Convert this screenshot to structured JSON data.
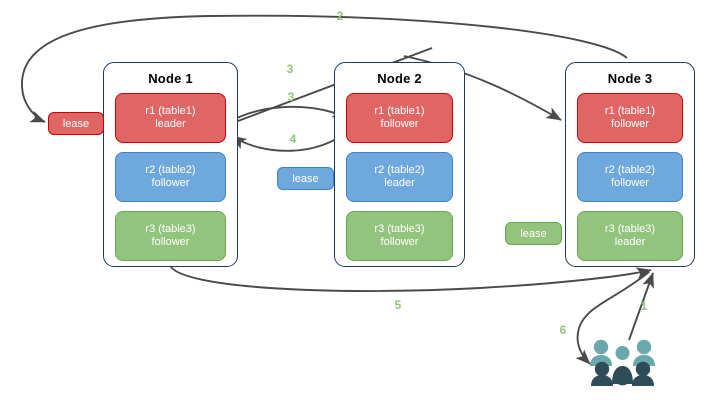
{
  "diagram": {
    "title": "Raft replica lease transfer diagram",
    "colors": {
      "red_fill": "#e06666",
      "red_border": "#cc0000",
      "blue_fill": "#6fa8dc",
      "blue_border": "#3d85c6",
      "green_fill": "#93c47d",
      "green_border": "#6aa84f",
      "node_border": "#1f3864",
      "arrow": "#4a4a4a",
      "label": "#93c47d",
      "people_light": "#6aa9ab",
      "people_dark": "#2e4d59"
    },
    "nodes": [
      {
        "id": "node-1",
        "title": "Node 1",
        "replicas": [
          {
            "id": "r1",
            "line1": "r1 (table1)",
            "line2": "leader",
            "color": "red"
          },
          {
            "id": "r2",
            "line1": "r2 (table2)",
            "line2": "follower",
            "color": "blue"
          },
          {
            "id": "r3",
            "line1": "r3 (table3)",
            "line2": "follower",
            "color": "green"
          }
        ]
      },
      {
        "id": "node-2",
        "title": "Node 2",
        "replicas": [
          {
            "id": "r1",
            "line1": "r1 (table1)",
            "line2": "follower",
            "color": "red"
          },
          {
            "id": "r2",
            "line1": "r2 (table2)",
            "line2": "leader",
            "color": "blue"
          },
          {
            "id": "r3",
            "line1": "r3 (table3)",
            "line2": "follower",
            "color": "green"
          }
        ]
      },
      {
        "id": "node-3",
        "title": "Node 3",
        "replicas": [
          {
            "id": "r1",
            "line1": "r1 (table1)",
            "line2": "follower",
            "color": "red"
          },
          {
            "id": "r2",
            "line1": "r2 (table2)",
            "line2": "follower",
            "color": "blue"
          },
          {
            "id": "r3",
            "line1": "r3 (table3)",
            "line2": "leader",
            "color": "green"
          }
        ]
      }
    ],
    "leases": [
      {
        "id": "lease-red",
        "label": "lease",
        "color": "red"
      },
      {
        "id": "lease-blue",
        "label": "lease",
        "color": "blue"
      },
      {
        "id": "lease-green",
        "label": "lease",
        "color": "green"
      }
    ],
    "step_labels": [
      {
        "id": "step-1",
        "text": "1"
      },
      {
        "id": "step-2",
        "text": "2"
      },
      {
        "id": "step-3a",
        "text": "3"
      },
      {
        "id": "step-3b",
        "text": "3"
      },
      {
        "id": "step-4",
        "text": "4"
      },
      {
        "id": "step-5",
        "text": "5"
      },
      {
        "id": "step-6",
        "text": "6"
      }
    ],
    "icons": [
      {
        "id": "people-icon",
        "name": "people-group-icon"
      }
    ]
  }
}
